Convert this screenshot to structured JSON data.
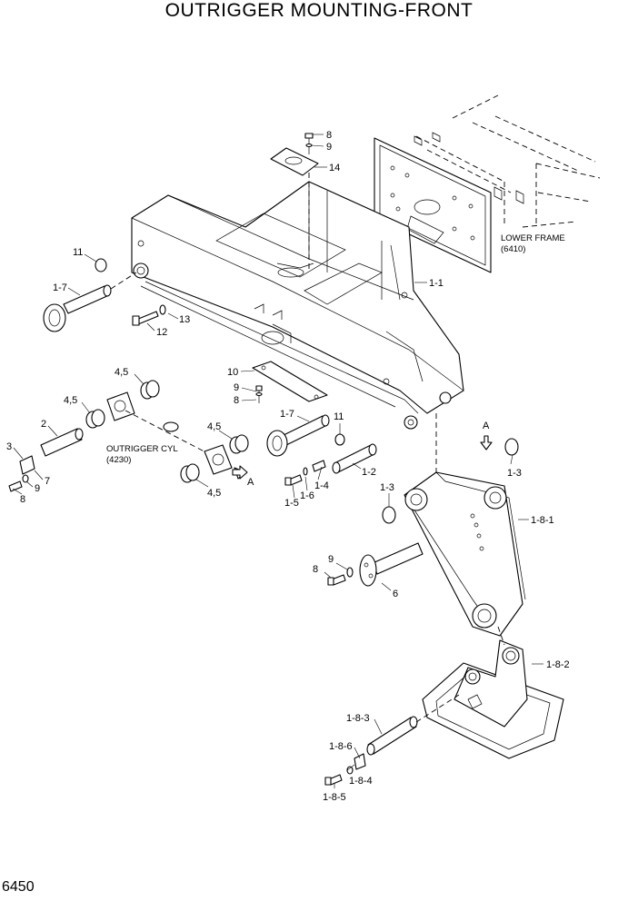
{
  "title": "OUTRIGGER MOUNTING-FRONT",
  "page_number": "6450",
  "notes": {
    "lower_frame_line1": "LOWER FRAME",
    "lower_frame_line2": "(6410)",
    "outrigger_cyl_line1": "OUTRIGGER CYL",
    "outrigger_cyl_line2": "(4230)",
    "view_a_top": "A",
    "view_a_left": "A"
  },
  "callouts": {
    "c_8_top": "8",
    "c_9_top": "9",
    "c_14": "14",
    "c_11_left": "11",
    "c_1_7_left": "1-7",
    "c_13": "13",
    "c_12": "12",
    "c_1_1": "1-1",
    "c_4_5_a": "4,5",
    "c_4_5_b": "4,5",
    "c_4_5_c": "4,5",
    "c_4_5_d": "4,5",
    "c_10": "10",
    "c_9_mid": "9",
    "c_8_mid": "8",
    "c_2": "2",
    "c_3": "3",
    "c_7": "7",
    "c_9_low": "9",
    "c_8_low": "8",
    "c_1_7_mid": "1-7",
    "c_11_mid": "11",
    "c_1_2": "1-2",
    "c_1_4": "1-4",
    "c_1_6": "1-6",
    "c_1_5": "1-5",
    "c_1_3_right": "1-3",
    "c_1_3_left": "1-3",
    "c_1_8_1": "1-8-1",
    "c_9_pin": "9",
    "c_8_pin": "8",
    "c_6": "6",
    "c_1_8_2": "1-8-2",
    "c_1_8_3": "1-8-3",
    "c_1_8_6": "1-8-6",
    "c_1_8_4": "1-8-4",
    "c_1_8_5": "1-8-5"
  }
}
